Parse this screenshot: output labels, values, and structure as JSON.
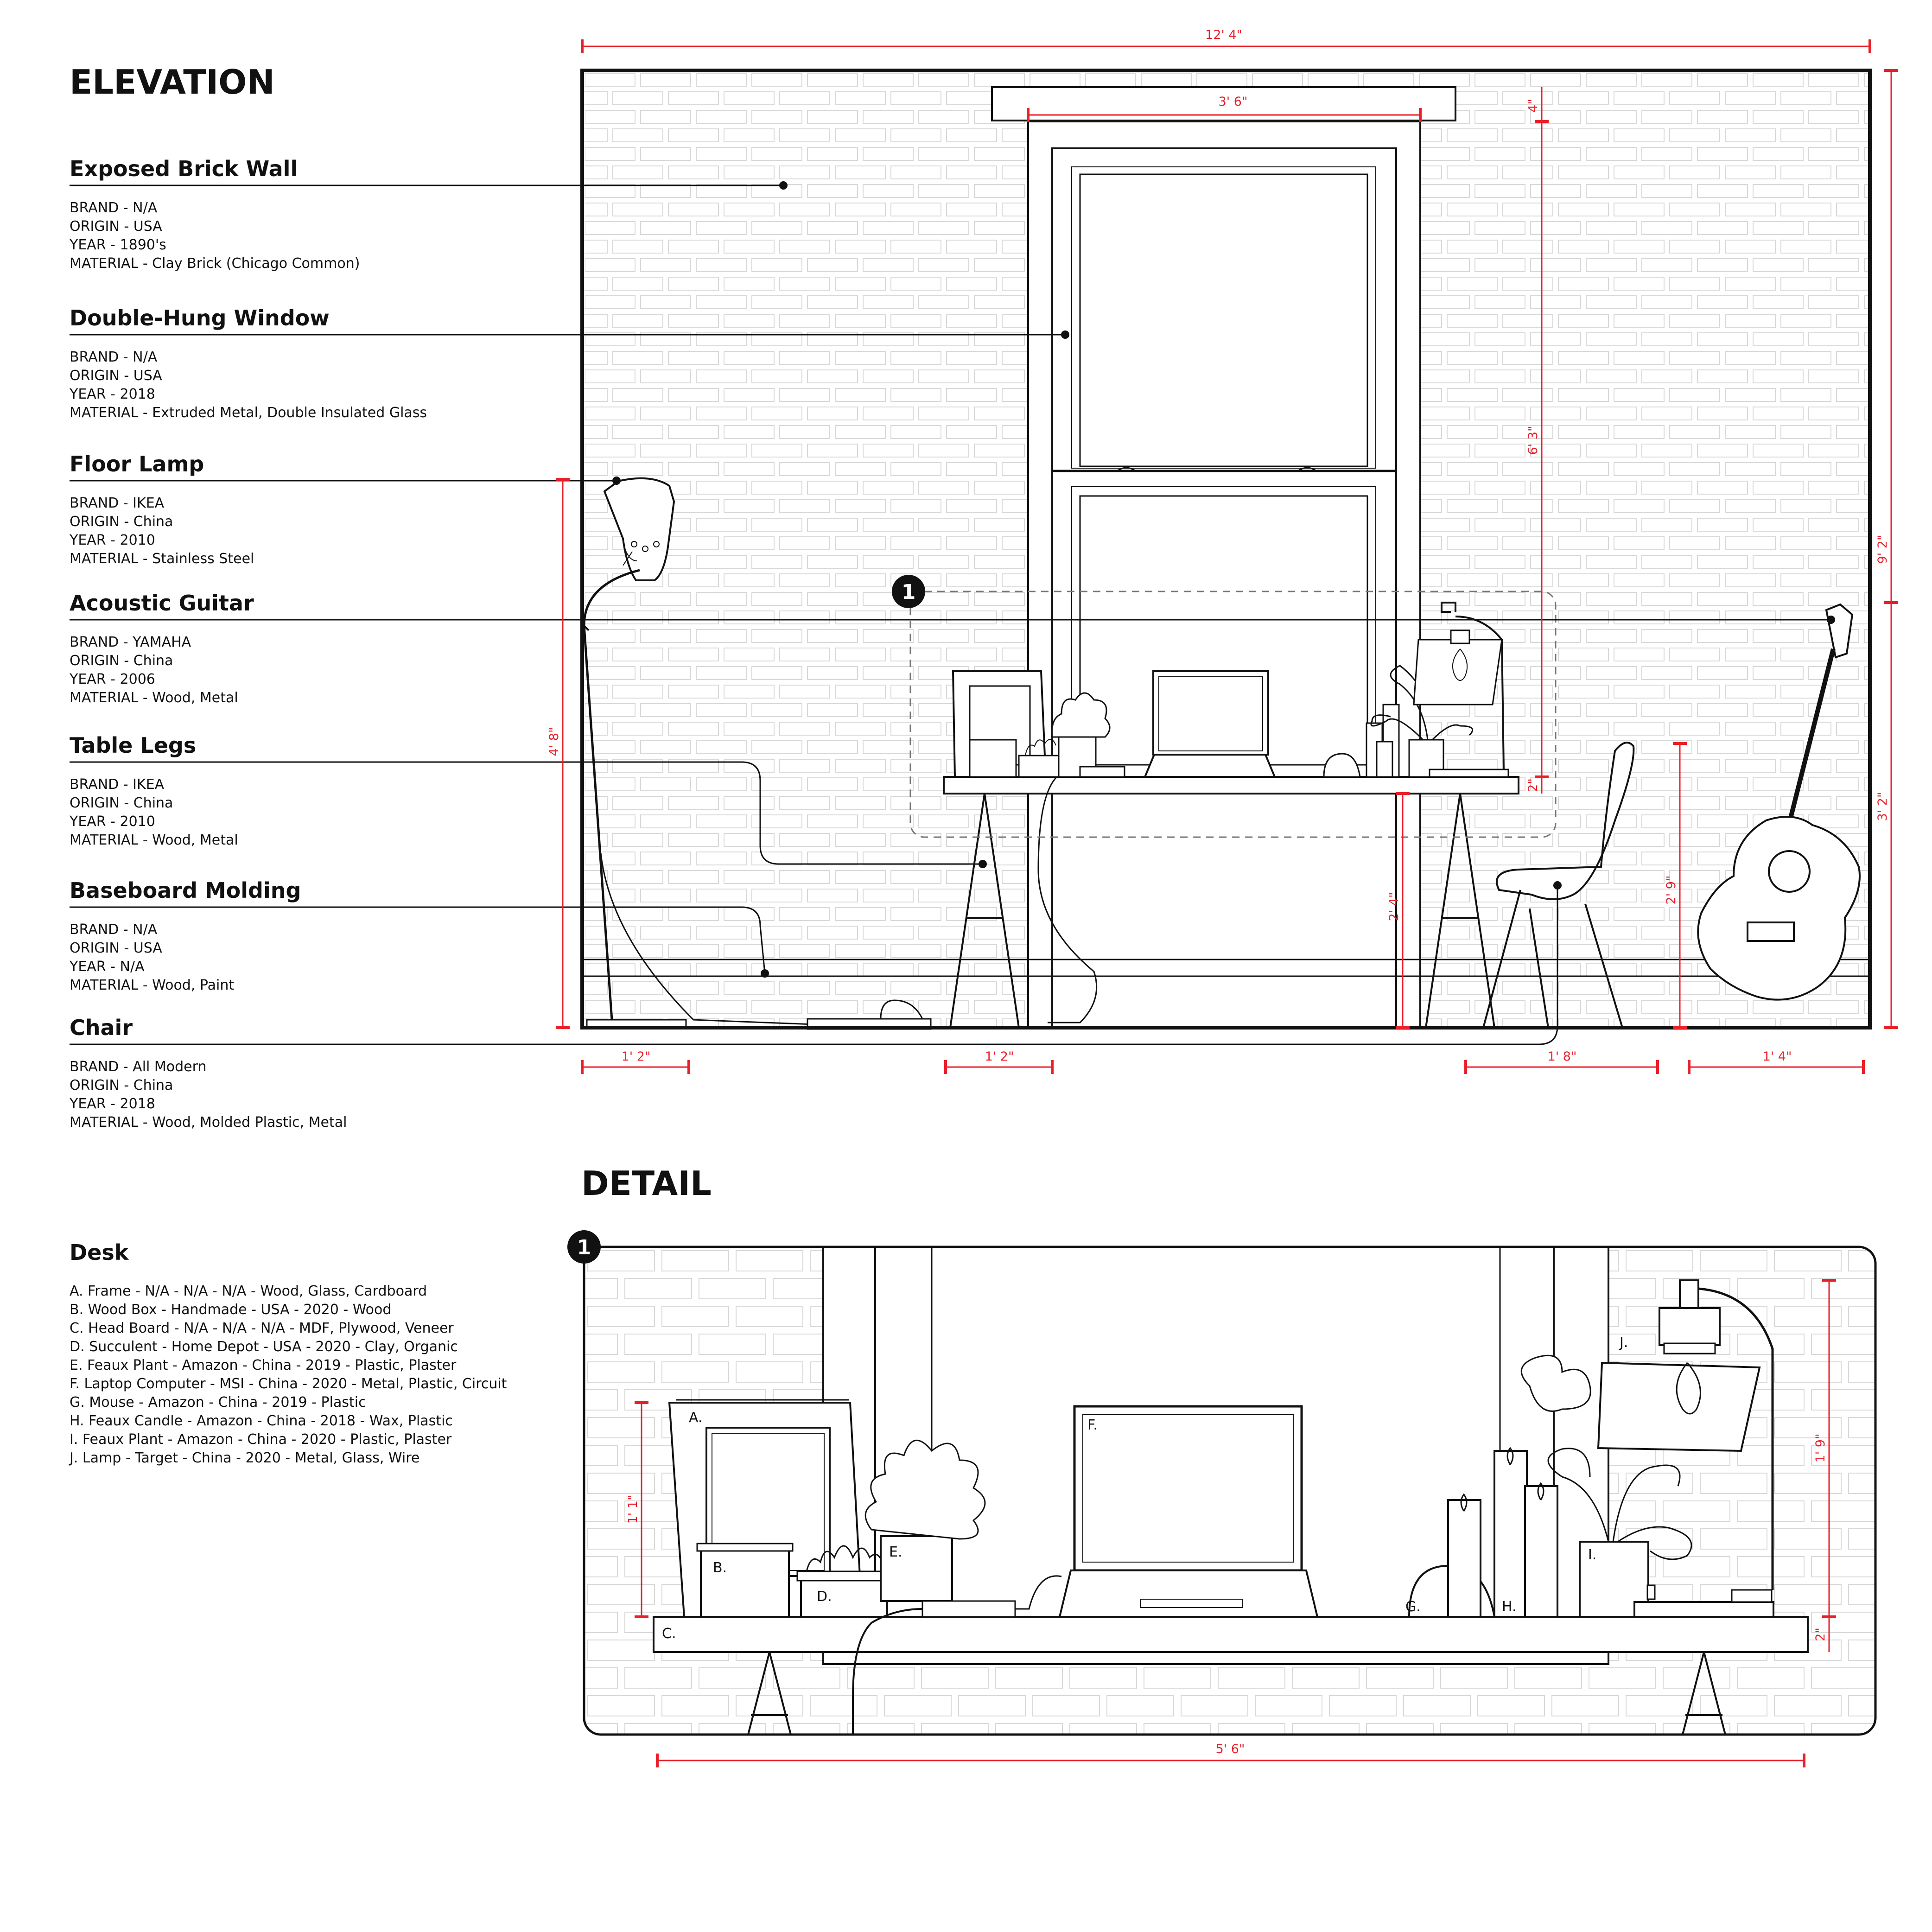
{
  "headings": {
    "elevation": "ELEVATION",
    "detail": "DETAIL"
  },
  "specs": [
    {
      "title": "Exposed Brick Wall",
      "lines": [
        "BRAND - N/A",
        "ORIGIN - USA",
        "YEAR - 1890's",
        "MATERIAL - Clay Brick (Chicago Common)"
      ]
    },
    {
      "title": "Double-Hung Window",
      "lines": [
        "BRAND - N/A",
        "ORIGIN - USA",
        "YEAR - 2018",
        "MATERIAL - Extruded Metal, Double Insulated Glass"
      ]
    },
    {
      "title": "Floor Lamp",
      "lines": [
        "BRAND - IKEA",
        "ORIGIN - China",
        "YEAR - 2010",
        "MATERIAL - Stainless Steel"
      ]
    },
    {
      "title": "Acoustic Guitar",
      "lines": [
        "BRAND - YAMAHA",
        "ORIGIN - China",
        "YEAR - 2006",
        "MATERIAL - Wood, Metal"
      ]
    },
    {
      "title": "Table Legs",
      "lines": [
        "BRAND - IKEA",
        "ORIGIN - China",
        "YEAR - 2010",
        "MATERIAL - Wood, Metal"
      ]
    },
    {
      "title": "Baseboard Molding",
      "lines": [
        "BRAND - N/A",
        "ORIGIN - USA",
        "YEAR - N/A",
        "MATERIAL - Wood, Paint"
      ]
    },
    {
      "title": "Chair",
      "lines": [
        "BRAND - All Modern",
        "ORIGIN - China",
        "YEAR - 2018",
        "MATERIAL - Wood, Molded Plastic, Metal"
      ]
    }
  ],
  "desk": {
    "title": "Desk",
    "items": [
      "A. Frame - N/A - N/A - N/A - Wood, Glass, Cardboard",
      "B. Wood Box - Handmade - USA - 2020 - Wood",
      "C. Head Board - N/A - N/A - N/A - MDF, Plywood, Veneer",
      "D. Succulent - Home Depot - USA - 2020 - Clay, Organic",
      "E. Feaux Plant - Amazon - China - 2019 - Plastic, Plaster",
      "F. Laptop Computer - MSI - China - 2020 - Metal, Plastic, Circuit",
      "G. Mouse - Amazon - China - 2019 - Plastic",
      "H. Feaux Candle - Amazon - China - 2018 - Wax, Plastic",
      "I. Feaux Plant - Amazon - China - 2020 - Plastic, Plaster",
      "J. Lamp - Target - China - 2020 - Metal, Glass, Wire"
    ]
  },
  "elevation_dims": {
    "overall_width": "12' 4\"",
    "window_width": "3' 6\"",
    "header_gap": "4\"",
    "window_height": "6' 3\"",
    "wall_height": "9' 2\"",
    "lamp_height": "4' 8\"",
    "desk_top": "2\"",
    "desk_height": "2' 4\"",
    "chair_height": "2' 9\"",
    "guitar_height": "3' 2\"",
    "lamp_base": "1' 2\"",
    "leg_width": "1' 2\"",
    "chair_width": "1' 8\"",
    "guitar_width": "1' 4\""
  },
  "detail_dims": {
    "frame_height": "1' 1\"",
    "lamp_height": "1' 9\"",
    "top_thickness": "2\"",
    "desk_width": "5' 6\""
  },
  "detail_labels": [
    "A.",
    "B.",
    "C.",
    "D.",
    "E.",
    "F.",
    "G.",
    "H.",
    "I.",
    "J."
  ],
  "callout": "1",
  "colors": {
    "dimension": "#e8202a",
    "line": "#111111",
    "brick": "#d8d8d8"
  }
}
